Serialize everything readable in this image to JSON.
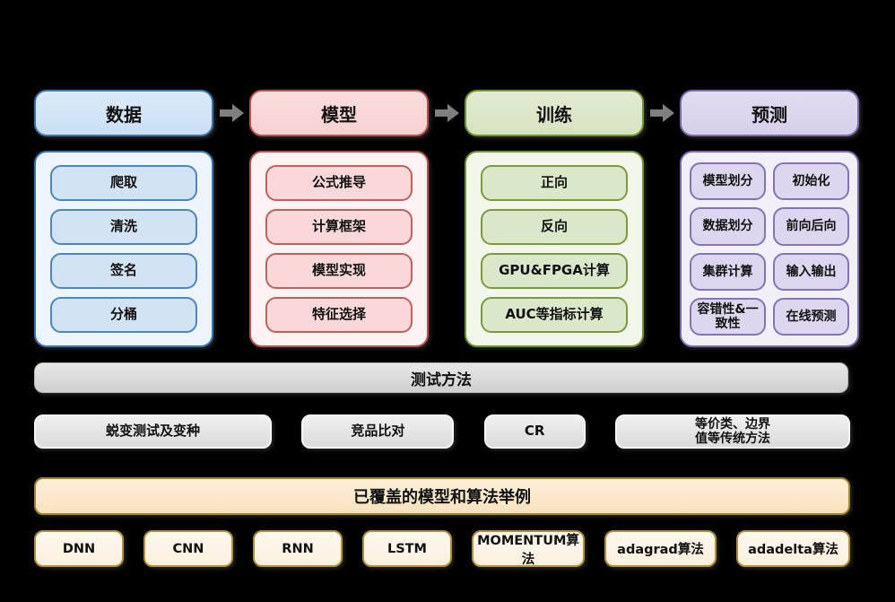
{
  "colors": {
    "background": "#000000",
    "arrow": "#7f7f7f",
    "blue": {
      "border": "#3878b4",
      "item_fill": "#d2e3f4",
      "panel_fill": "#edf4fb"
    },
    "red": {
      "border": "#b9524f",
      "item_fill": "#f8d8d8",
      "panel_fill": "#fdf3f3"
    },
    "green": {
      "border": "#72922e",
      "item_fill": "#dbe7c9",
      "panel_fill": "#f3f7eb"
    },
    "purple": {
      "border": "#7d6bad",
      "item_fill": "#dcd7ee",
      "panel_fill": "#f1eff8"
    },
    "gray_bar_fill": "#d9d9d9",
    "gold_bar_fill": "#fbe9cf",
    "gold_border": "#a3842c"
  },
  "pipeline": {
    "columns": [
      {
        "title": "数据",
        "items": [
          "爬取",
          "清洗",
          "签名",
          "分桶"
        ]
      },
      {
        "title": "模型",
        "items": [
          "公式推导",
          "计算框架",
          "模型实现",
          "特征选择"
        ]
      },
      {
        "title": "训练",
        "items": [
          "正向",
          "反向",
          "GPU&FPGA计算",
          "AUC等指标计算"
        ]
      },
      {
        "title": "预测",
        "items": [
          "模型划分",
          "初始化",
          "数据划分",
          "前向后向",
          "集群计算",
          "输入输出",
          "容错性&一致性",
          "在线预测"
        ]
      }
    ]
  },
  "testing": {
    "title": "测试方法",
    "methods": [
      "蜕变测试及变种",
      "竞品比对",
      "CR",
      "等价类、边界值等传统方法"
    ]
  },
  "algorithms": {
    "title": "已覆盖的模型和算法举例",
    "items": [
      "DNN",
      "CNN",
      "RNN",
      "LSTM",
      "MOMENTUM算法",
      "adagrad算法",
      "adadelta算法"
    ]
  }
}
